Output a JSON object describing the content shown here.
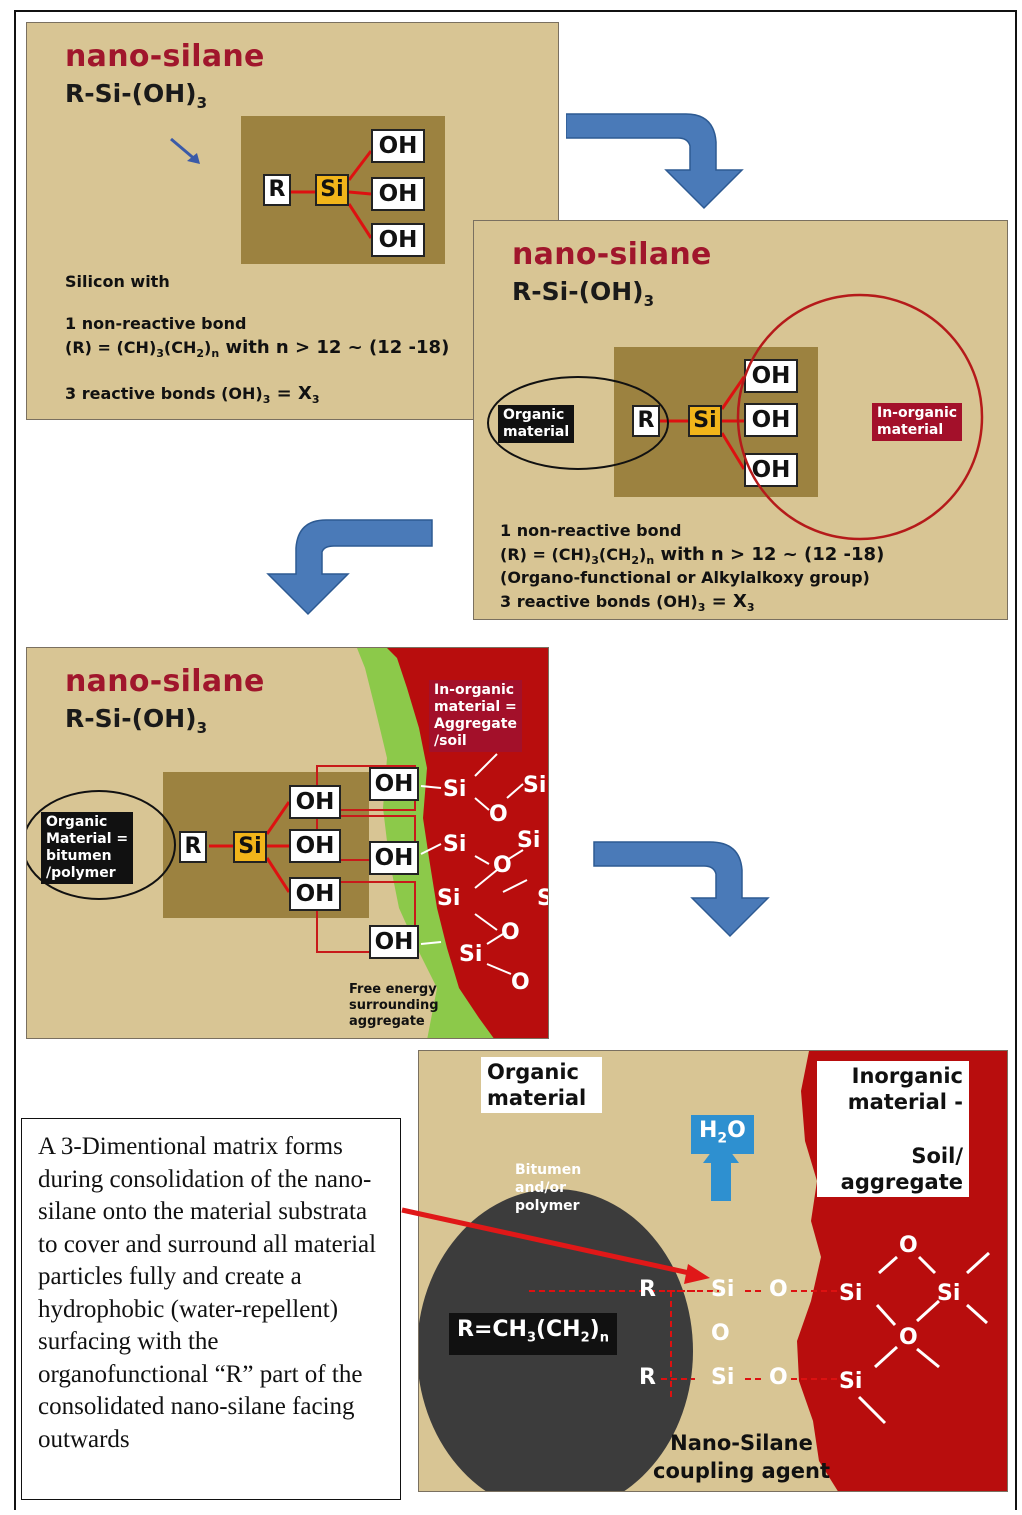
{
  "panel1": {
    "title": "nano-silane",
    "formula_main": "R-Si-(OH)",
    "formula_sub": "3",
    "r_label": "R",
    "si_label": "Si",
    "oh_labels": [
      "OH",
      "OH",
      "OH"
    ],
    "line1": "Silicon with",
    "line2": "1 non-reactive bond",
    "line3_main": "(R) = (CH)",
    "line3_s1": "3",
    "line3_mid": "(CH",
    "line3_s2": "2",
    "line3_mid2": ")",
    "line3_s3": "n",
    "line3_tail": " with n > 12 ~ (12 -18)",
    "line4_main": "3 reactive bonds (OH)",
    "line4_s1": "3",
    "line4_tail": " = X",
    "line4_s2": "3"
  },
  "panel2": {
    "title": "nano-silane",
    "formula_main": "R-Si-(OH)",
    "formula_sub": "3",
    "r_label": "R",
    "si_label": "Si",
    "oh_labels": [
      "OH",
      "OH",
      "OH"
    ],
    "organic_tag": [
      "Organic",
      "material"
    ],
    "inorganic_tag": [
      "In-organic",
      "material"
    ],
    "line1": "1 non-reactive bond",
    "line2_main": "(R) = (CH)",
    "line2_s1": "3",
    "line2_mid": "(CH",
    "line2_s2": "2",
    "line2_mid2": ")",
    "line2_s3": "n",
    "line2_tail": " with n > 12 ~ (12 -18)",
    "line3": "(Organo-functional or Alkylalkoxy group)",
    "line4_main": "3 reactive bonds (OH)",
    "line4_s1": "3",
    "line4_tail": " = X",
    "line4_s2": "3"
  },
  "panel3": {
    "title": "nano-silane",
    "formula_main": "R-Si-(OH)",
    "formula_sub": "3",
    "r_label": "R",
    "si_label": "Si",
    "oh_labels": [
      "OH",
      "OH",
      "OH"
    ],
    "oh_right": [
      "OH",
      "OH",
      "OH"
    ],
    "organic_tag": [
      "Organic",
      "Material =",
      "bitumen",
      "/polymer"
    ],
    "inorganic_tag": [
      "In-organic",
      "material =",
      "Aggregate",
      "/soil"
    ],
    "free_energy": [
      "Free energy",
      "surrounding",
      "aggregate"
    ],
    "matrix_labels": [
      "Si",
      "Si",
      "O",
      "Si",
      "Si",
      "O",
      "Si",
      "S",
      "O",
      "Si",
      "O"
    ]
  },
  "panel4": {
    "organic_label": [
      "Organic",
      "material"
    ],
    "inorganic_label": [
      "Inorganic",
      "material -",
      "Soil/",
      "aggregate"
    ],
    "water": "H",
    "water_sub": "2",
    "water_tail": "O",
    "blob_label": [
      "Bitumen",
      "and/or",
      "polymer"
    ],
    "r_formula_main": "R=CH",
    "r_formula_s1": "3",
    "r_formula_mid": "(CH",
    "r_formula_s2": "2",
    "r_formula_mid2": ")",
    "r_formula_s3": "n",
    "bond_labels": [
      "R",
      "Si",
      "O",
      "O",
      "R",
      "Si",
      "O"
    ],
    "right_labels": [
      "O",
      "Si",
      "Si",
      "O",
      "Si"
    ],
    "caption": [
      "Nano-Silane",
      "coupling agent"
    ]
  },
  "note_text": "A 3-Dimentional matrix forms during consolidation of the nano-silane onto the material substrata to cover and surround all material particles fully and create a hydrophobic (water-repellent) surfacing with the organofunctional “R” part of the consolidated nano-silane facing outwards",
  "colors": {
    "panel_bg": "#d8c594",
    "molecule_bg": "#9c8240",
    "title_red": "#a0162c",
    "si_yellow": "#f2b51a",
    "arrow_blue": "#4a7ab8",
    "inorganic_red": "#b80d0d",
    "free_energy_green": "#8cc94a",
    "water_blue": "#2e90d0"
  }
}
